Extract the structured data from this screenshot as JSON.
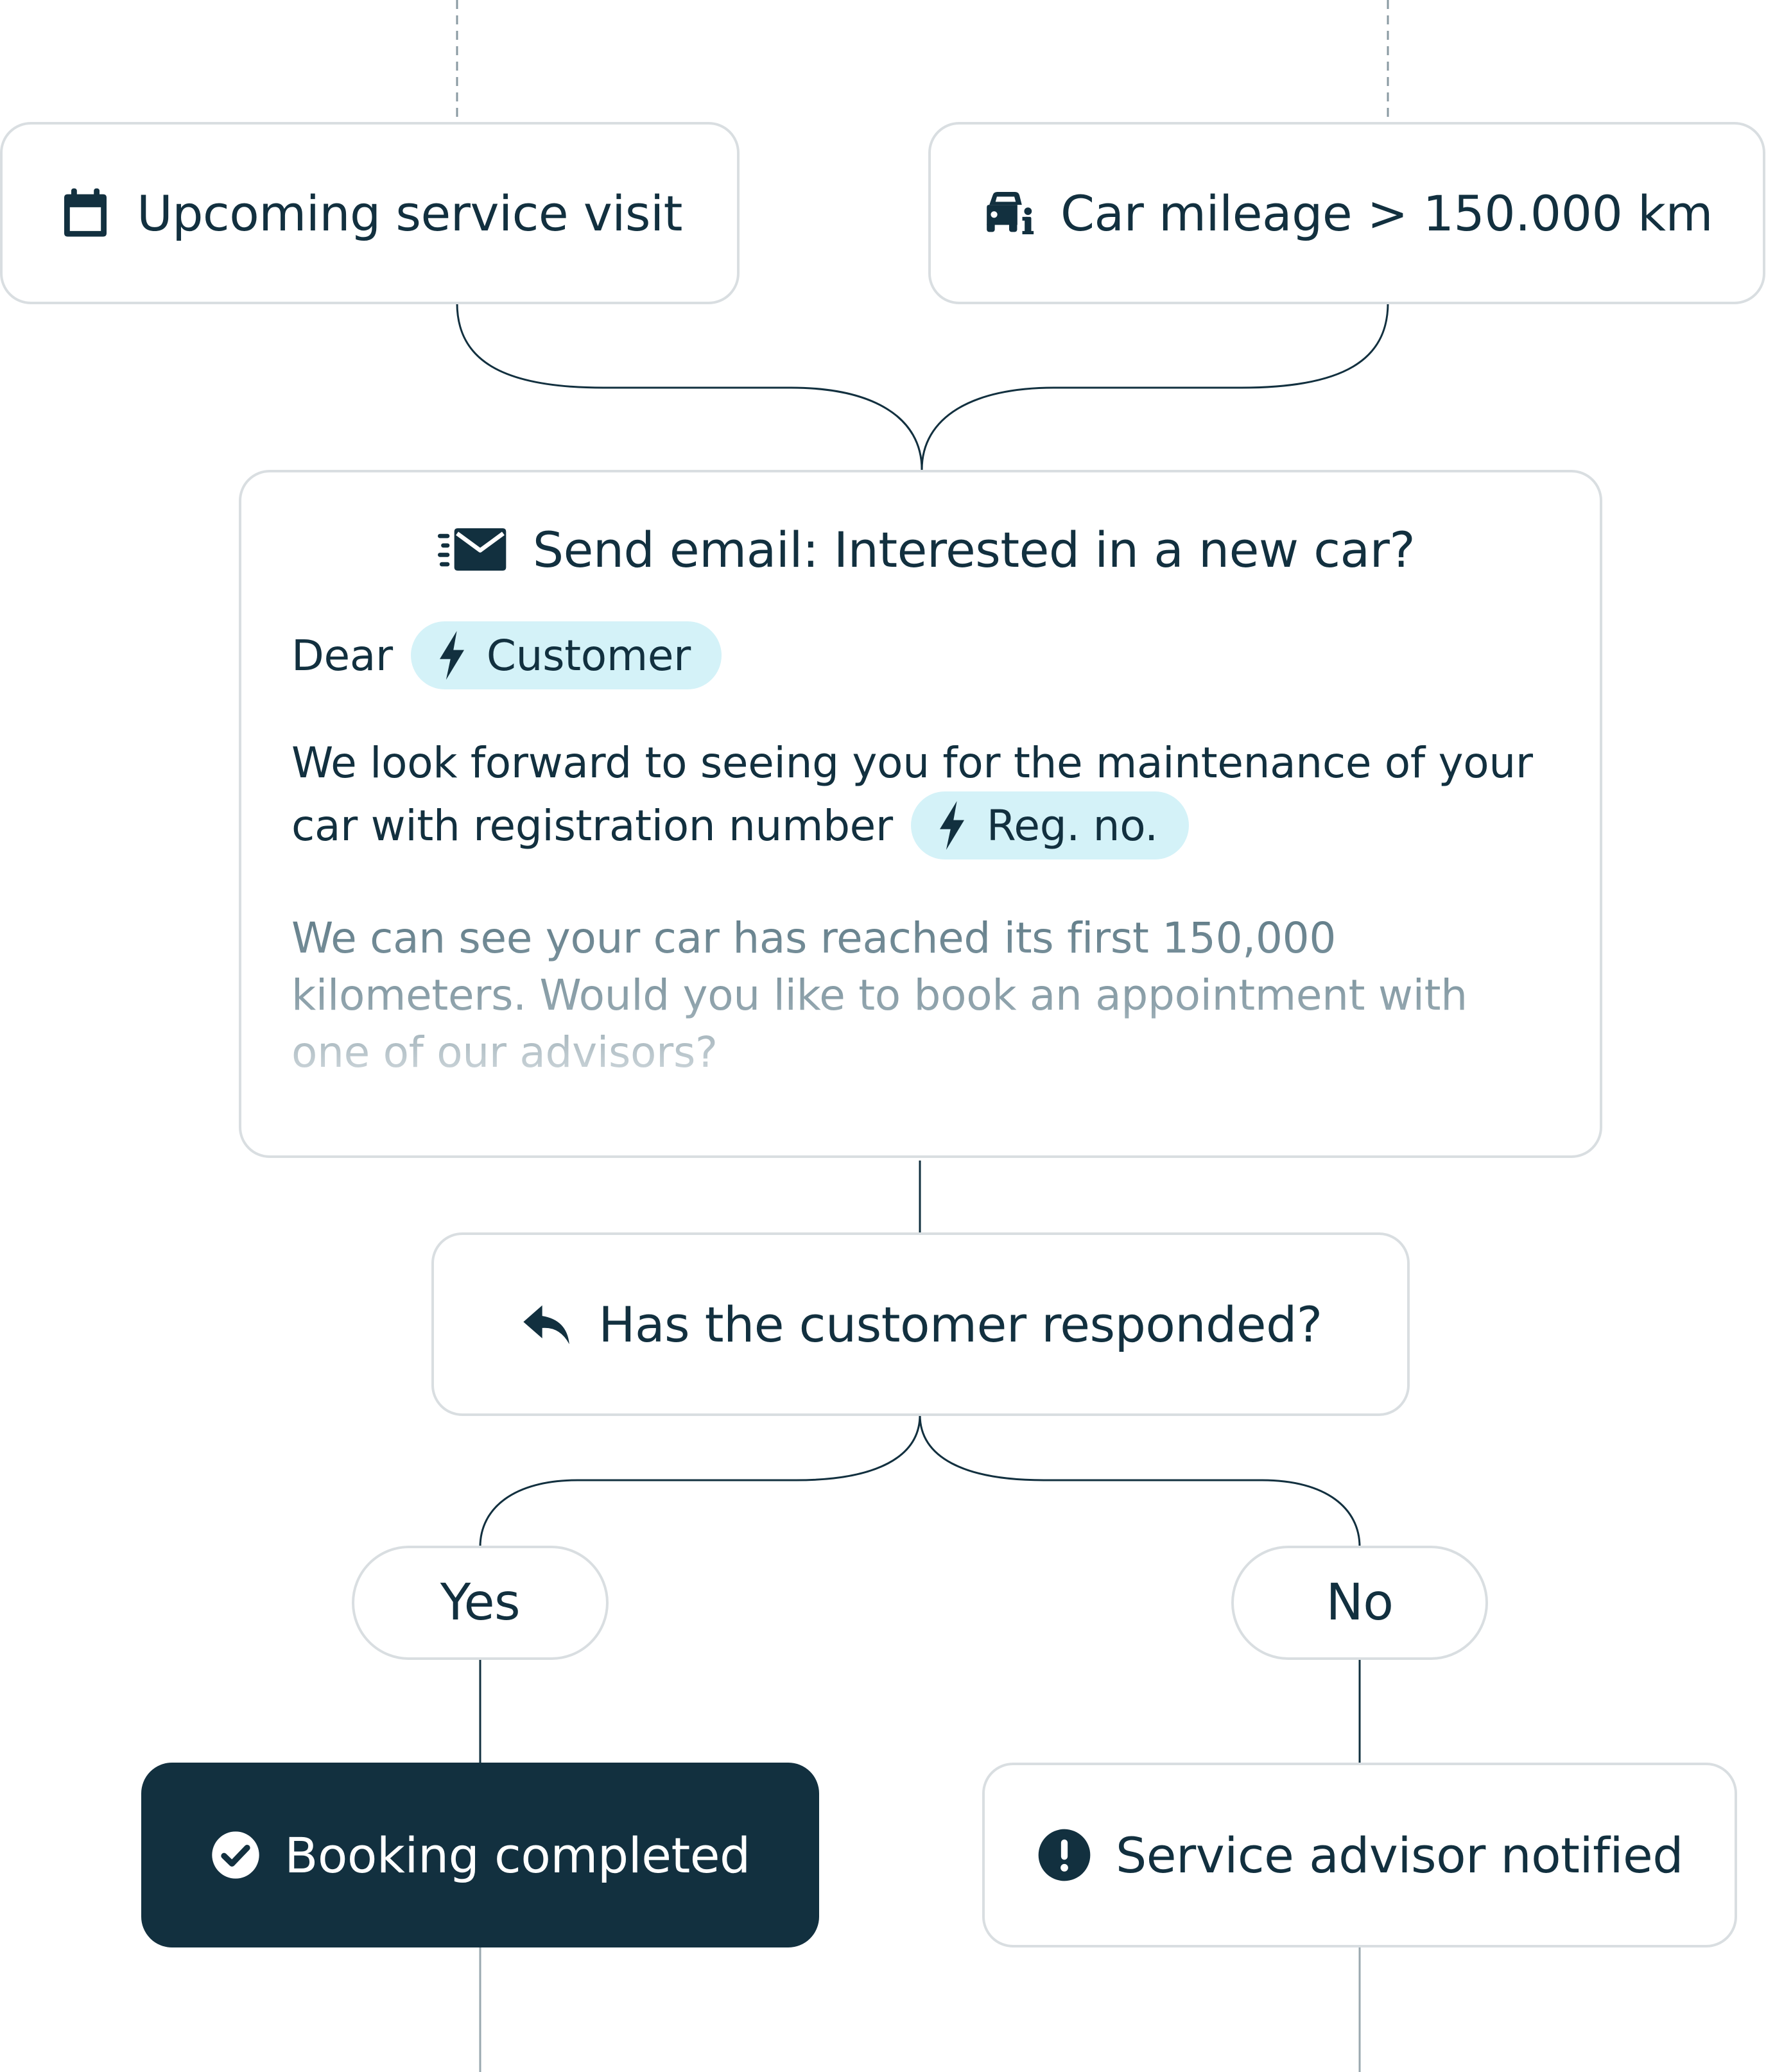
{
  "nodes": {
    "upcoming_service": {
      "label": "Upcoming service visit",
      "icon": "calendar-icon"
    },
    "car_mileage": {
      "label": "Car mileage > 150.000 km",
      "icon": "car-info-icon"
    },
    "send_email": {
      "title": "Send email: Interested in a new car?",
      "icon": "email-icon",
      "greeting": "Dear",
      "customer_chip": "Customer",
      "paragraph1_line1": "We look forward to seeing you for the maintenance of your",
      "paragraph1_line2": "car with registration number",
      "reg_chip": "Reg. no.",
      "paragraph2_line1": "We can see your car has reached its first 150,000",
      "paragraph2_line2": "kilometers. Would you like to book an appointment with",
      "paragraph2_line3": "one of our advisors?"
    },
    "responded": {
      "label": "Has the customer responded?",
      "icon": "reply-icon"
    },
    "yes": {
      "label": "Yes"
    },
    "no": {
      "label": "No"
    },
    "booking_completed": {
      "label": "Booking completed",
      "icon": "check-circle-icon"
    },
    "advisor_notified": {
      "label": "Service advisor notified",
      "icon": "alert-circle-icon"
    }
  },
  "colors": {
    "ink": "#12303f",
    "border": "#d9dee1",
    "chip_bg": "#d4f2f8",
    "muted_text": "#5f7b87",
    "dark_node_bg": "#12303f"
  }
}
